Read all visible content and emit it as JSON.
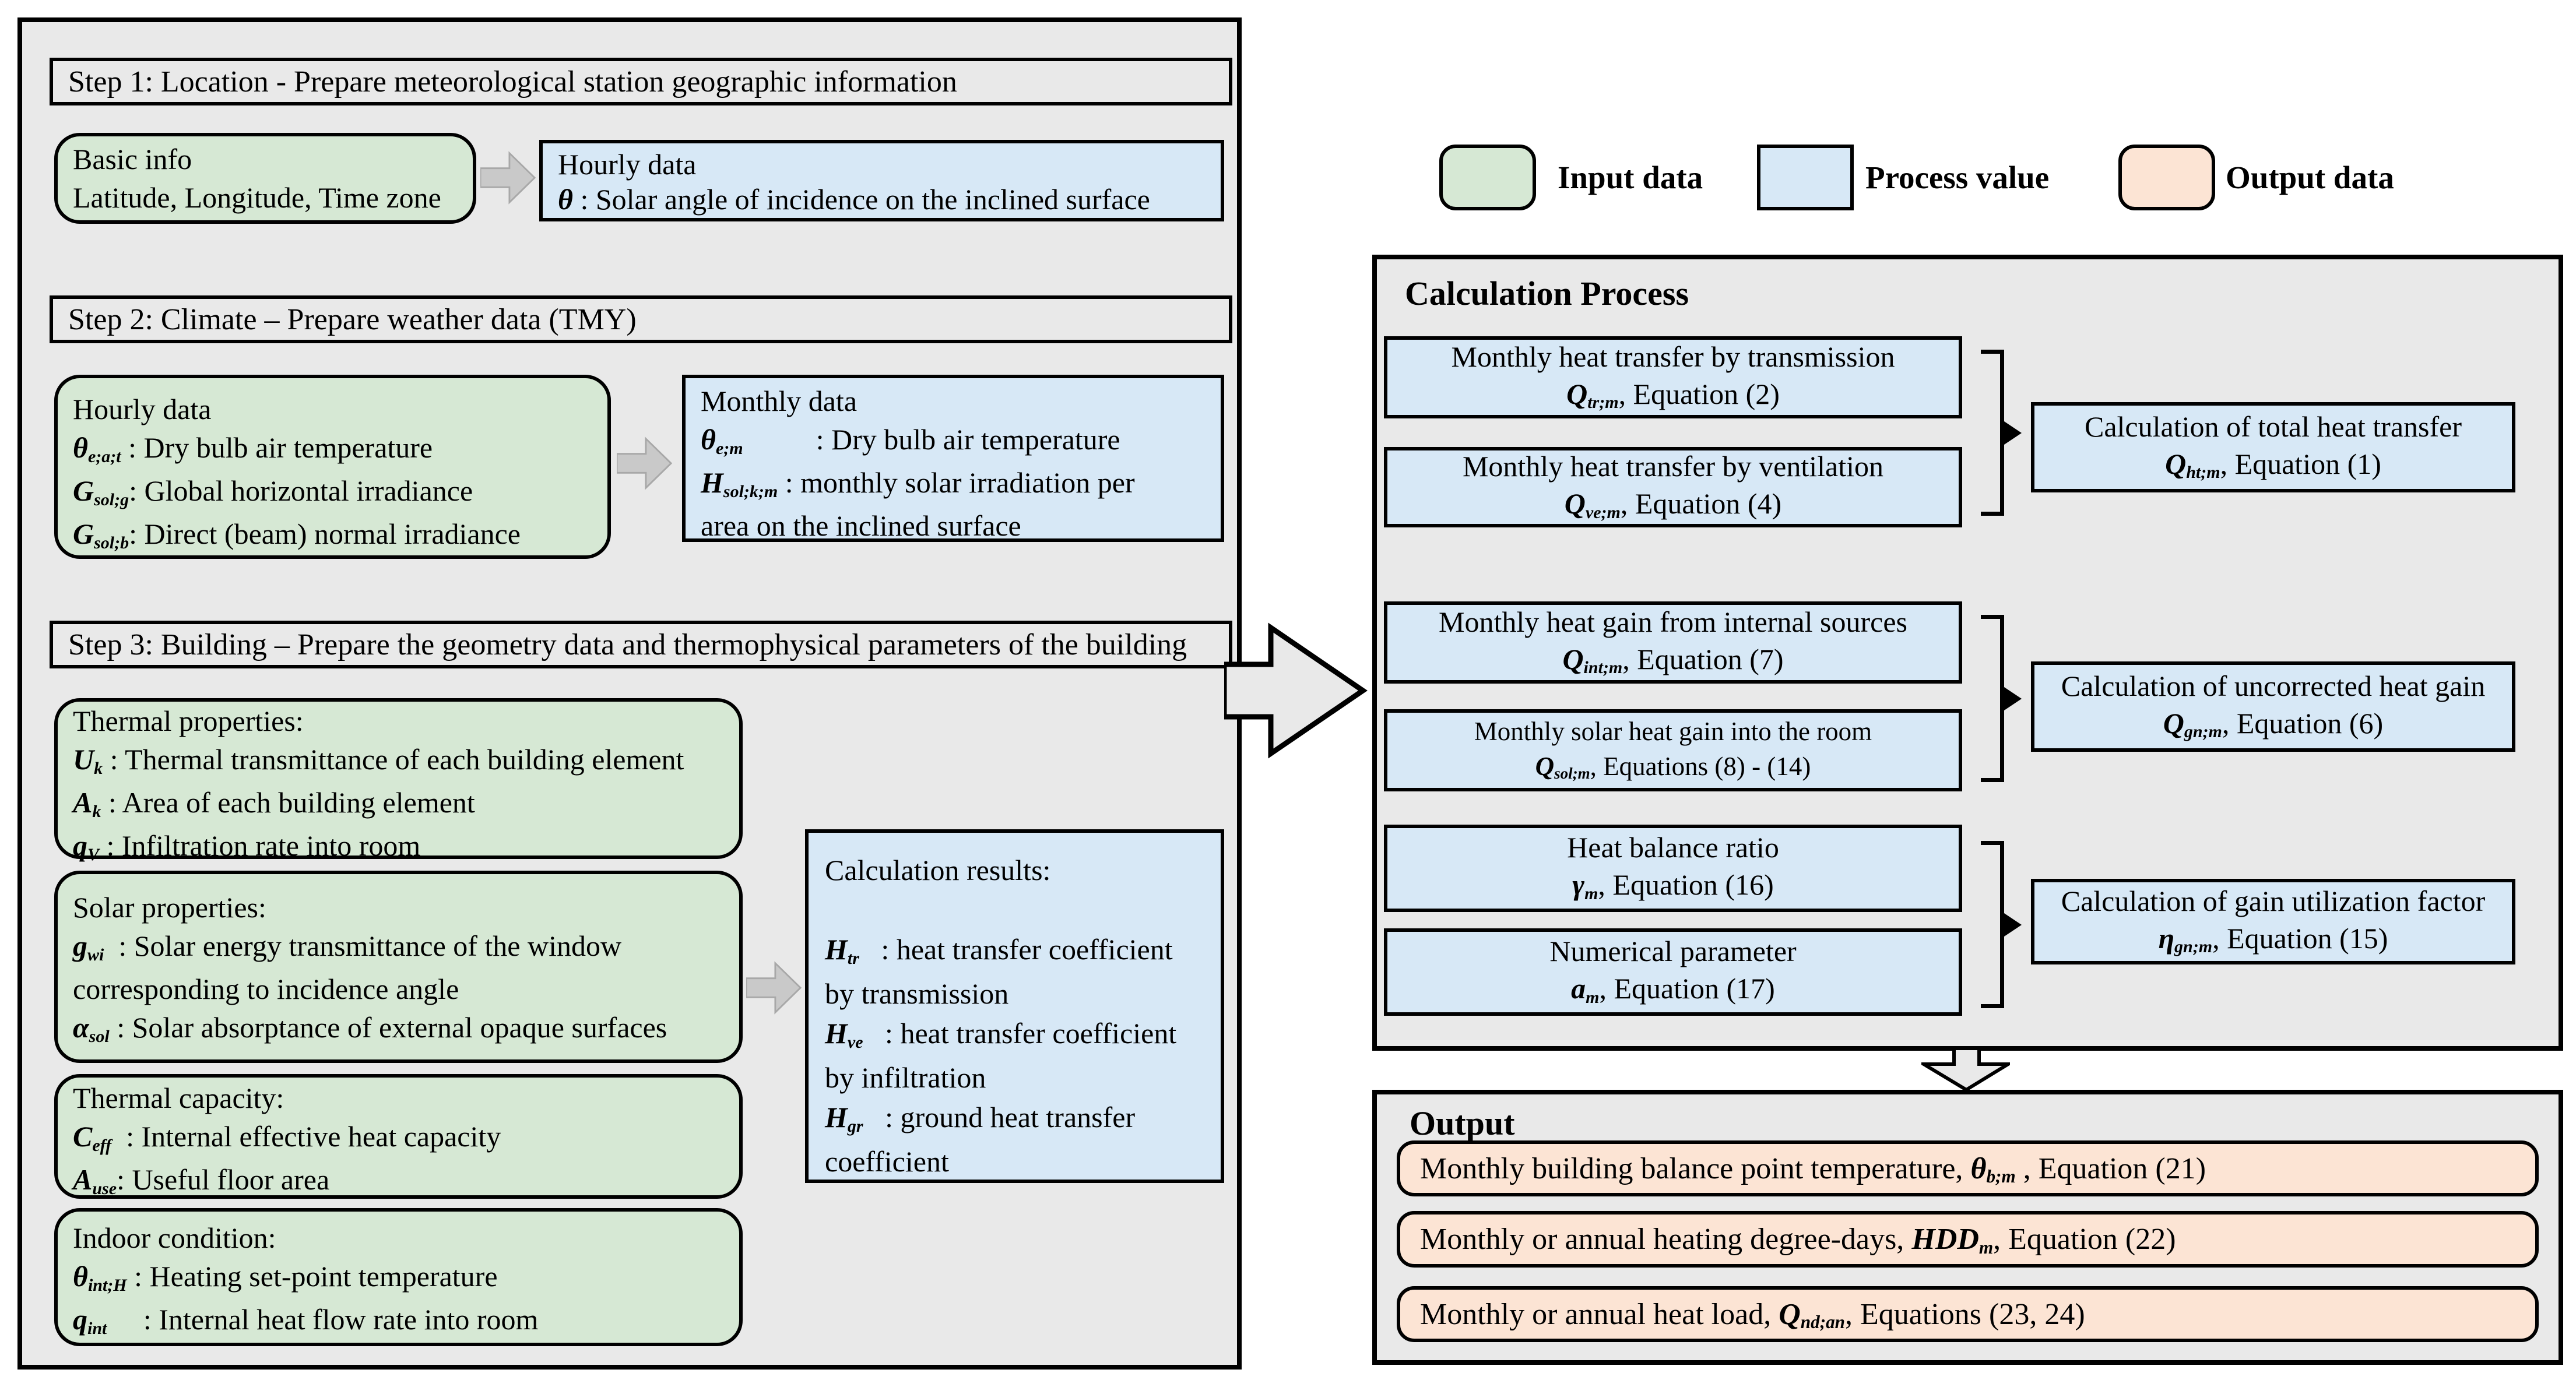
{
  "colors": {
    "panel_bg": "#e9e9e9",
    "input_green": "#d6e8d4",
    "process_blue": "#d7e8f6",
    "output_orange": "#fce4d4",
    "border": "#000000"
  },
  "legend": {
    "items": [
      {
        "label": "Input data",
        "color": "#d6e8d4",
        "shape": "rounded"
      },
      {
        "label": "Process value",
        "color": "#d7e8f6",
        "shape": "rect"
      },
      {
        "label": "Output data",
        "color": "#fce4d4",
        "shape": "rounded"
      }
    ]
  },
  "left": {
    "step1_title": "Step 1: Location - Prepare meteorological station geographic information",
    "step2_title": "Step 2: Climate – Prepare weather data (TMY)",
    "step3_title": "Step 3: Building – Prepare the geometry data and thermophysical parameters of the building",
    "basic_info": {
      "lines": [
        [
          {
            "t": "Basic info"
          }
        ],
        [
          {
            "t": "Latitude, Longitude, Time zone"
          }
        ]
      ]
    },
    "hourly_theta": {
      "lines": [
        [
          {
            "t": "Hourly data"
          }
        ],
        [
          {
            "t": "θ",
            "k": "sym"
          },
          {
            "t": " : Solar angle of incidence on the inclined surface"
          }
        ]
      ]
    },
    "step2_hourly": {
      "lines": [
        [
          {
            "t": "Hourly data"
          }
        ],
        [
          {
            "t": "θ",
            "k": "sym"
          },
          {
            "t": "e;a;t",
            "k": "sub"
          },
          {
            "t": " : Dry bulb air temperature"
          }
        ],
        [
          {
            "t": "G",
            "k": "sym"
          },
          {
            "t": "sol;g",
            "k": "sub"
          },
          {
            "t": ": Global horizontal irradiance"
          }
        ],
        [
          {
            "t": "G",
            "k": "sym"
          },
          {
            "t": "sol;b",
            "k": "sub"
          },
          {
            "t": ": Direct (beam) normal irradiance"
          }
        ]
      ]
    },
    "step2_monthly": {
      "lines": [
        [
          {
            "t": "Monthly data"
          }
        ],
        [
          {
            "t": "θ",
            "k": "sym"
          },
          {
            "t": "e;m",
            "k": "sub"
          },
          {
            "t": "          : Dry bulb air temperature"
          }
        ],
        [
          {
            "t": "H",
            "k": "sym"
          },
          {
            "t": "sol;k;m",
            "k": "sub"
          },
          {
            "t": " : monthly solar irradiation per"
          }
        ],
        [
          {
            "t": "area on the inclined surface"
          }
        ]
      ]
    },
    "thermal_properties": {
      "lines": [
        [
          {
            "t": "Thermal properties:"
          }
        ],
        [
          {
            "t": "U",
            "k": "sym"
          },
          {
            "t": "k",
            "k": "sub"
          },
          {
            "t": " : Thermal transmittance of each building element"
          }
        ],
        [
          {
            "t": "A",
            "k": "sym"
          },
          {
            "t": "k",
            "k": "sub"
          },
          {
            "t": " : Area of each building element"
          }
        ],
        [
          {
            "t": "q",
            "k": "sym"
          },
          {
            "t": "V",
            "k": "sub"
          },
          {
            "t": " : Infiltration rate into room"
          }
        ]
      ]
    },
    "solar_properties": {
      "lines": [
        [
          {
            "t": "Solar properties:"
          }
        ],
        [
          {
            "t": "g",
            "k": "sym"
          },
          {
            "t": "wi",
            "k": "sub"
          },
          {
            "t": "  : Solar energy transmittance of the window"
          }
        ],
        [
          {
            "t": "corresponding to incidence angle"
          }
        ],
        [
          {
            "t": "α",
            "k": "sym"
          },
          {
            "t": "sol",
            "k": "sub"
          },
          {
            "t": " : Solar absorptance of external opaque surfaces"
          }
        ]
      ]
    },
    "thermal_capacity": {
      "lines": [
        [
          {
            "t": "Thermal capacity:"
          }
        ],
        [
          {
            "t": "C",
            "k": "sym"
          },
          {
            "t": "eff",
            "k": "sub"
          },
          {
            "t": "  : Internal effective heat capacity"
          }
        ],
        [
          {
            "t": "A",
            "k": "sym"
          },
          {
            "t": "use",
            "k": "sub"
          },
          {
            "t": ": Useful floor area"
          }
        ]
      ]
    },
    "indoor_condition": {
      "lines": [
        [
          {
            "t": "Indoor condition:"
          }
        ],
        [
          {
            "t": "θ",
            "k": "sym"
          },
          {
            "t": "int;H",
            "k": "sub"
          },
          {
            "t": " : Heating set-point temperature"
          }
        ],
        [
          {
            "t": "q",
            "k": "sym"
          },
          {
            "t": "int",
            "k": "sub"
          },
          {
            "t": "     : Internal heat flow rate into room"
          }
        ]
      ]
    },
    "calc_results": {
      "lines": [
        [
          {
            "t": "Calculation results:"
          }
        ],
        [
          {
            "t": " "
          }
        ],
        [
          {
            "t": "H",
            "k": "sym"
          },
          {
            "t": "tr",
            "k": "sub"
          },
          {
            "t": "   : heat transfer coefficient"
          }
        ],
        [
          {
            "t": "by transmission"
          }
        ],
        [
          {
            "t": "H",
            "k": "sym"
          },
          {
            "t": "ve",
            "k": "sub"
          },
          {
            "t": "   : heat transfer coefficient"
          }
        ],
        [
          {
            "t": "by infiltration"
          }
        ],
        [
          {
            "t": "H",
            "k": "sym"
          },
          {
            "t": "gr",
            "k": "sub"
          },
          {
            "t": "   : ground heat transfer"
          }
        ],
        [
          {
            "t": "coefficient"
          }
        ]
      ]
    }
  },
  "process": {
    "title": "Calculation Process",
    "groups": [
      {
        "inputs": [
          {
            "lines": [
              [
                {
                  "t": "Monthly heat transfer by transmission"
                }
              ],
              [
                {
                  "t": "Q",
                  "k": "sym"
                },
                {
                  "t": "tr;m",
                  "k": "sub"
                },
                {
                  "t": ", Equation (2)"
                }
              ]
            ]
          },
          {
            "lines": [
              [
                {
                  "t": "Monthly heat transfer by ventilation"
                }
              ],
              [
                {
                  "t": "Q",
                  "k": "sym"
                },
                {
                  "t": "ve;m",
                  "k": "sub"
                },
                {
                  "t": ", Equation (4)"
                }
              ]
            ]
          }
        ],
        "result": {
          "lines": [
            [
              {
                "t": "Calculation of total heat transfer"
              }
            ],
            [
              {
                "t": "Q",
                "k": "sym"
              },
              {
                "t": "ht;m",
                "k": "sub"
              },
              {
                "t": ", Equation (1)"
              }
            ]
          ]
        }
      },
      {
        "inputs": [
          {
            "lines": [
              [
                {
                  "t": "Monthly heat gain from internal sources"
                }
              ],
              [
                {
                  "t": "Q",
                  "k": "sym"
                },
                {
                  "t": "int;m",
                  "k": "sub"
                },
                {
                  "t": ", Equation (7)"
                }
              ]
            ]
          },
          {
            "lines": [
              [
                {
                  "t": "Monthly solar heat gain into the room"
                }
              ],
              [
                {
                  "t": "Q",
                  "k": "sym"
                },
                {
                  "t": "sol;m",
                  "k": "sub"
                },
                {
                  "t": ", Equations (8) - (14)"
                }
              ]
            ]
          }
        ],
        "result": {
          "lines": [
            [
              {
                "t": "Calculation of uncorrected heat gain"
              }
            ],
            [
              {
                "t": "Q",
                "k": "sym"
              },
              {
                "t": "gn;m",
                "k": "sub"
              },
              {
                "t": ", Equation (6)"
              }
            ]
          ]
        }
      },
      {
        "inputs": [
          {
            "lines": [
              [
                {
                  "t": "Heat balance ratio"
                }
              ],
              [
                {
                  "t": "γ",
                  "k": "sym"
                },
                {
                  "t": "m",
                  "k": "sub"
                },
                {
                  "t": ", Equation (16)"
                }
              ]
            ]
          },
          {
            "lines": [
              [
                {
                  "t": "Numerical parameter"
                }
              ],
              [
                {
                  "t": "a",
                  "k": "sym"
                },
                {
                  "t": "m",
                  "k": "sub"
                },
                {
                  "t": ", Equation (17)"
                }
              ]
            ]
          }
        ],
        "result": {
          "lines": [
            [
              {
                "t": "Calculation of gain utilization factor"
              }
            ],
            [
              {
                "t": "η",
                "k": "sym"
              },
              {
                "t": "gn;m",
                "k": "sub"
              },
              {
                "t": ", Equation (15)"
              }
            ]
          ]
        }
      }
    ]
  },
  "output": {
    "title": "Output",
    "bars": [
      {
        "lines": [
          [
            {
              "t": "Monthly building balance point temperature, "
            },
            {
              "t": "θ",
              "k": "sym"
            },
            {
              "t": "b;m",
              "k": "sub"
            },
            {
              "t": " , Equation (21)"
            }
          ]
        ]
      },
      {
        "lines": [
          [
            {
              "t": "Monthly or annual heating degree-days, "
            },
            {
              "t": "HDD",
              "k": "sym"
            },
            {
              "t": "m",
              "k": "sub"
            },
            {
              "t": ", Equation (22)"
            }
          ]
        ]
      },
      {
        "lines": [
          [
            {
              "t": "Monthly or annual heat load, "
            },
            {
              "t": "Q",
              "k": "sym"
            },
            {
              "t": "nd;an",
              "k": "sub"
            },
            {
              "t": ", Equations (23, 24)"
            }
          ]
        ]
      }
    ]
  }
}
